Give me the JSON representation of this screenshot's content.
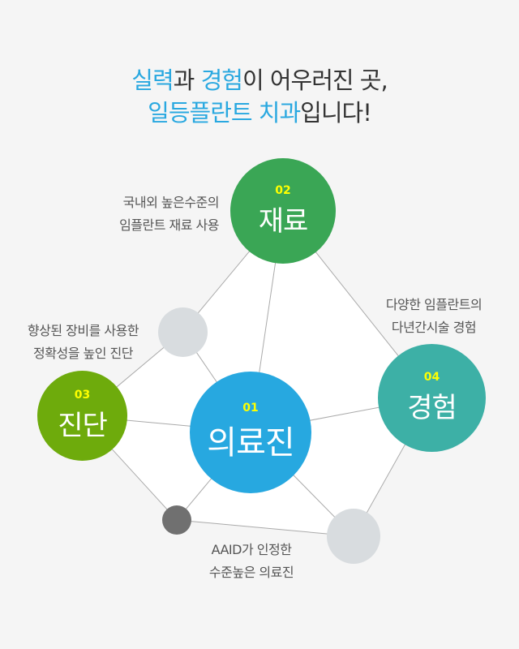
{
  "heading": {
    "line1": [
      {
        "text": "실력",
        "hl": true
      },
      {
        "text": "과 ",
        "hl": false
      },
      {
        "text": "경험",
        "hl": true
      },
      {
        "text": "이 어우러진 곳,",
        "hl": false
      }
    ],
    "line2": [
      {
        "text": "일등플란트 치과",
        "hl": true
      },
      {
        "text": "입니다!",
        "hl": false
      }
    ]
  },
  "nodes": {
    "n1": {
      "num": "01",
      "label": "의료진",
      "color": "#27a8e0"
    },
    "n2": {
      "num": "02",
      "label": "재료",
      "color": "#3aa655"
    },
    "n3": {
      "num": "03",
      "label": "진단",
      "color": "#6eab0c"
    },
    "n4": {
      "num": "04",
      "label": "경험",
      "color": "#3db0a6"
    }
  },
  "descriptions": {
    "materials": [
      "국내외 높은수준의",
      "임플란트 재료 사용"
    ],
    "diagnosis": [
      "향상된 장비를 사용한",
      "정확성을 높인 진단"
    ],
    "experience": [
      "다양한 임플란트의",
      "다년간시술 경험"
    ],
    "staff": [
      "AAID가 인정한",
      "수준높은 의료진"
    ]
  }
}
